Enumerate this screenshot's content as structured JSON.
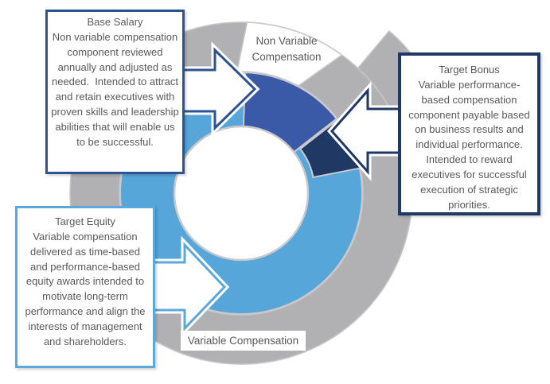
{
  "diagram": {
    "title_hint": "Executive compensation components donut diagram",
    "colors": {
      "base_slice": "#3A5AA8",
      "bonus_slice": "#1F3864",
      "equity_slice": "#56A6DA",
      "ring_gray": "#B1B1B4",
      "ring_edge": "#C8C8CC",
      "slice_outline": "#C9C9CD",
      "segment_white": "#FFFFFF",
      "border_base": "#2E5395",
      "border_bonus": "#1F3864",
      "border_equity": "#5BA8DC",
      "text": "#595959"
    },
    "ring_labels": {
      "non_variable": "Non Variable Compensation",
      "variable": "Variable Compensation"
    },
    "callouts": {
      "base_salary": {
        "title": "Base Salary",
        "body": "Non variable compensation component reviewed annually and adjusted as needed.  Intended to attract and retain executives with proven skills and leadership abilities that will enable us to be successful."
      },
      "target_bonus": {
        "title": "Target Bonus",
        "body": "Variable performance-based compensation component payable based on business results and individual performance.  Intended to reward executives for successful execution of strategic priorities."
      },
      "target_equity": {
        "title": "Target Equity",
        "body": "Variable compensation delivered as time-based and performance-based equity awards intended to motivate long-term performance and align the interests of management and shareholders."
      }
    },
    "segments": [
      {
        "name": "Base Salary",
        "group": "Non Variable Compensation",
        "color": "#3A5AA8"
      },
      {
        "name": "Target Bonus",
        "group": "Variable Compensation",
        "color": "#1F3864"
      },
      {
        "name": "Target Equity",
        "group": "Variable Compensation",
        "color": "#56A6DA"
      }
    ]
  }
}
